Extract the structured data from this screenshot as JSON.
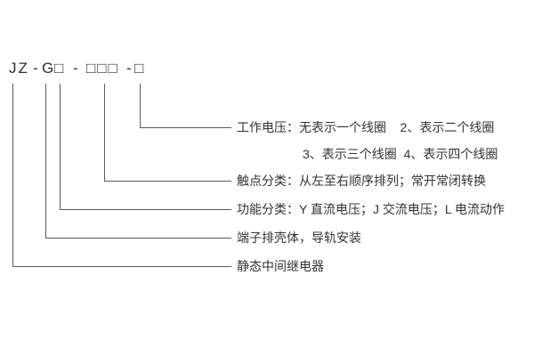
{
  "model": {
    "full_code": "JZ-G□-□□□-□",
    "segments": [
      {
        "text": "JZ"
      },
      {
        "text": "-"
      },
      {
        "text": "G"
      },
      {
        "text": "□"
      },
      {
        "text": "-"
      },
      {
        "text": "□□□"
      },
      {
        "text": "-"
      },
      {
        "text": "□"
      }
    ]
  },
  "labels": {
    "working_voltage_line1": "工作电压：无表示一个线圈    2、表示二个线圈",
    "working_voltage_line2": "3、表示三个线圈  4、表示四个线圈",
    "contact_class": "触点分类：从左至右顺序排列；常开常闭转换",
    "function_class": "功能分类：Y 直流电压；J 交流电压；L 电流动作",
    "housing": "端子排壳体，导轨安装",
    "relay_name": "静态中间继电器"
  },
  "colors": {
    "line": "#5a5a5a",
    "text": "#333333"
  }
}
